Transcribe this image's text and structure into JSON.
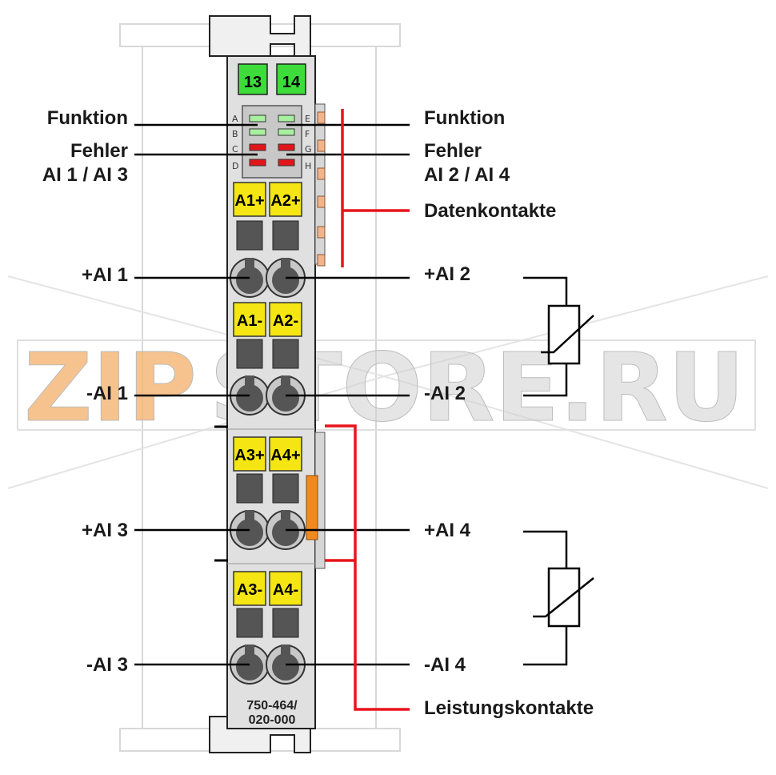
{
  "module": {
    "part_number_line1": "750-464/",
    "part_number_line2": "020-000",
    "top_terminals": [
      "13",
      "14"
    ],
    "led_letters_left": [
      "A",
      "B",
      "C",
      "D"
    ],
    "led_letters_right": [
      "E",
      "F",
      "G",
      "H"
    ],
    "terminal_tags": [
      [
        "A1+",
        "A2+"
      ],
      [
        "A1-",
        "A2-"
      ],
      [
        "A3+",
        "A4+"
      ],
      [
        "A3-",
        "A4-"
      ]
    ],
    "colors": {
      "housing": "#e0e0e0",
      "terminal_tag": "#f5e613",
      "top_tag": "#3ddc3a",
      "led_green": "#a8f0a0",
      "led_red": "#e0161b",
      "data_contact": "#f2b48a",
      "power_contact": "#f08a1e",
      "bracket_red": "#e8141b"
    }
  },
  "labels": {
    "left": {
      "funktion": "Funktion",
      "fehler_line1": "Fehler",
      "fehler_line2": "AI 1 / AI 3",
      "ai1_plus": "+AI 1",
      "ai1_minus": "-AI 1",
      "ai3_plus": "+AI 3",
      "ai3_minus": "-AI 3"
    },
    "right": {
      "funktion": "Funktion",
      "fehler_line1": "Fehler",
      "fehler_line2": "AI 2 / AI 4",
      "datenkontakte": "Datenkontakte",
      "ai2_plus": "+AI 2",
      "ai2_minus": "-AI 2",
      "ai4_plus": "+AI 4",
      "ai4_minus": "-AI 4",
      "leistungskontakte": "Leistungskontakte"
    }
  },
  "watermark": {
    "text_highlight": "ZIP",
    "text_rest": "STORE.RU",
    "color_highlight": "#f5b87a",
    "color_rest": "#cfcfcf"
  }
}
